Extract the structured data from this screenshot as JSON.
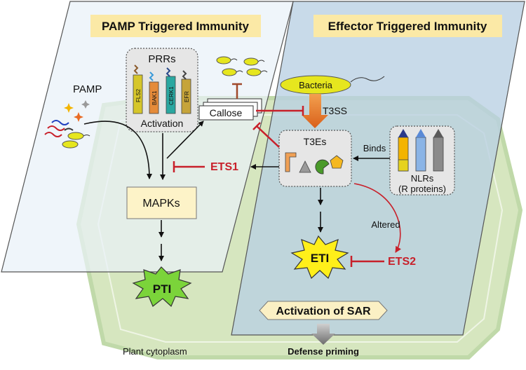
{
  "panels": {
    "left_title": "PAMP Triggered Immunity",
    "right_title": "Effector Triggered Immunity"
  },
  "labels": {
    "pamp": "PAMP",
    "prrs": "PRRs",
    "activation": "Activation",
    "receptors": [
      "FLS2",
      "BAK1",
      "CERK1",
      "EFR"
    ],
    "callose": "Callose",
    "bacteria": "Bacteria",
    "t3ss": "T3SS",
    "t3es": "T3Es",
    "binds": "Binds",
    "nlrs_line1": "NLRs",
    "nlrs_line2": "(R proteins)",
    "ets1": "ETS1",
    "ets2": "ETS2",
    "mapks": "MAPKs",
    "pti": "PTI",
    "eti": "ETI",
    "altered": "Altered",
    "sar": "Activation of SAR",
    "defense": "Defense priming",
    "cytoplasm": "Plant cytoplasm"
  },
  "colors": {
    "left_panel": "#e9f1f8",
    "right_panel": "#b9cfe3",
    "cell": "#cfe2b5",
    "cell_border": "#b6d39b",
    "title_bg": "#fbe9a6",
    "mapks_bg": "#fdf3c8",
    "burst_green": "#7bd43a",
    "burst_yellow": "#ffef1a",
    "inhibit_red": "#c8202a",
    "t3ss_arrow": "#e97a2c",
    "bacteria_fill": "#e6e61e",
    "sar_bg": "#fbf0c4"
  }
}
